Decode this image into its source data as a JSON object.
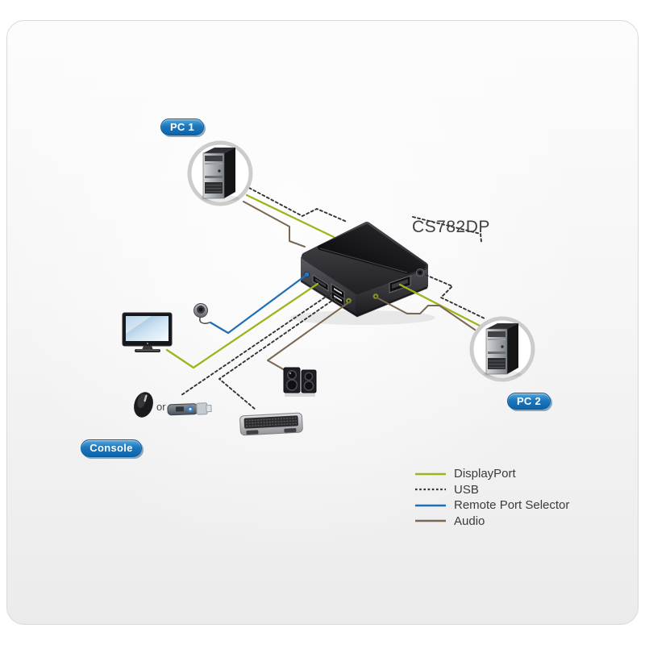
{
  "device": {
    "model": "CS782DP",
    "kind": "KVM switch"
  },
  "badges": {
    "pc1": "PC 1",
    "pc2": "PC 2",
    "console": "Console"
  },
  "labels": {
    "or": "or"
  },
  "colors": {
    "displayport": "#9fb41c",
    "usb": "#333335",
    "remote": "#1e6fb8",
    "audio": "#7a6751",
    "badge_blue": "#1e77bb",
    "panel_border": "#d9d9da"
  },
  "legend": {
    "items": [
      {
        "label": "DisplayPort",
        "style": "solid",
        "color": "#9fb41c"
      },
      {
        "label": "USB",
        "style": "dashed",
        "color": "#333335"
      },
      {
        "label": "Remote Port Selector",
        "style": "solid",
        "color": "#1e6fb8"
      },
      {
        "label": "Audio",
        "style": "solid",
        "color": "#7a6751"
      }
    ]
  },
  "devices_shown": [
    "computer-tower-pc1",
    "computer-tower-pc2",
    "kvm-switch",
    "monitor",
    "remote-port-selector",
    "mouse",
    "usb-receiver",
    "keyboard",
    "speakers"
  ],
  "connections": [
    {
      "from": "PC 1",
      "to": "CS782DP",
      "types": [
        "DisplayPort",
        "USB",
        "Audio"
      ]
    },
    {
      "from": "CS782DP",
      "to": "PC 2",
      "types": [
        "DisplayPort",
        "USB",
        "Audio"
      ]
    },
    {
      "from": "CS782DP",
      "to": "Monitor",
      "types": [
        "DisplayPort"
      ]
    },
    {
      "from": "CS782DP",
      "to": "Remote Port Selector",
      "types": [
        "Remote Port Selector"
      ]
    },
    {
      "from": "CS782DP",
      "to": "Mouse or USB receiver",
      "types": [
        "USB"
      ]
    },
    {
      "from": "CS782DP",
      "to": "Keyboard",
      "types": [
        "USB"
      ]
    },
    {
      "from": "CS782DP",
      "to": "Speakers",
      "types": [
        "Audio"
      ]
    }
  ]
}
